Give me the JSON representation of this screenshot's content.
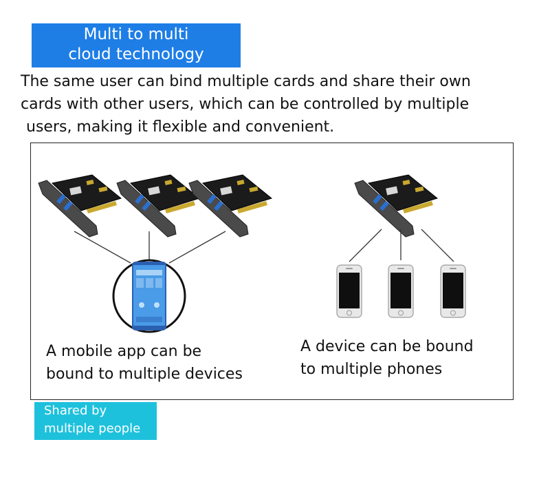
{
  "title": {
    "line1": "Multi to multi",
    "line2": "cloud technology"
  },
  "description": {
    "line1": "The same user can bind multiple cards and share their own",
    "line2": "cards with other users, which can be controlled by multiple",
    "line3": "users, making it flexible and convenient."
  },
  "left_caption": {
    "line1": "A mobile app can be",
    "line2": "bound to multiple devices"
  },
  "right_caption": {
    "line1": "A device can be bound",
    "line2": "to multiple phones"
  },
  "shared_label": {
    "line1": "Shared by",
    "line2": "multiple people"
  },
  "colors": {
    "title_bg": "#1e7ee6",
    "shared_bg": "#1ec1dc",
    "pcb": "#1a1a1a",
    "bracket": "#555555"
  }
}
